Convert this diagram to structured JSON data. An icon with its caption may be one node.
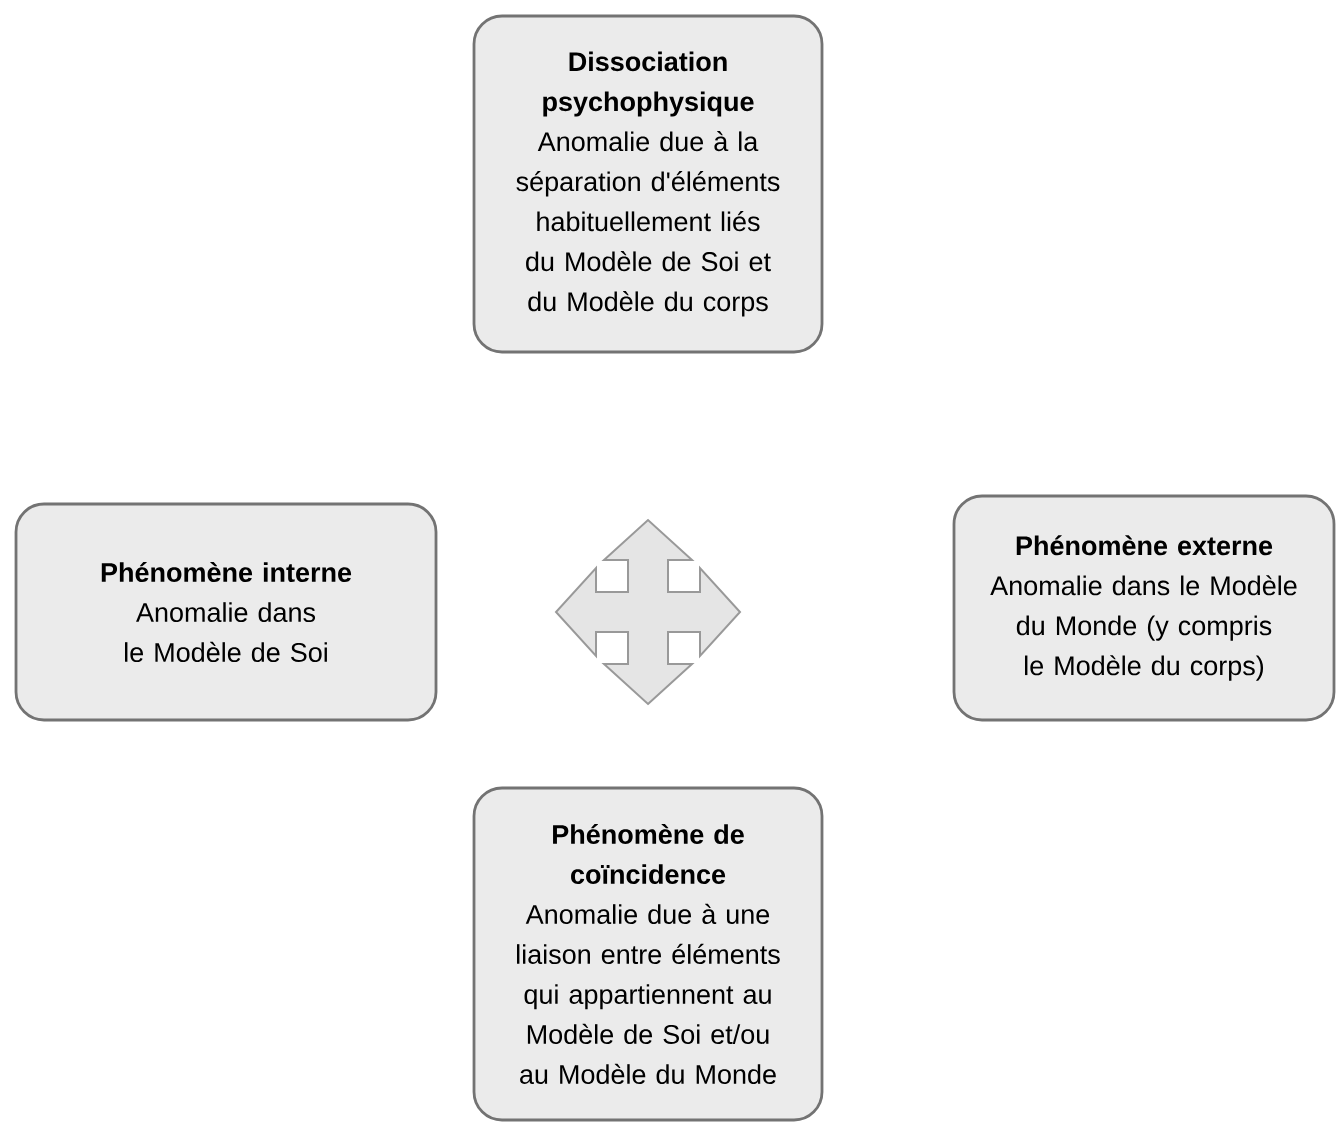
{
  "diagram": {
    "nodes": [
      {
        "text": [
          "Dissociation psychophysique",
          "Anomalie due à la séparation d'éléments habituellement liés du Modèle de Soi et du Modèle du corps"
        ]
      },
      {
        "text": [
          "Phénomène interne",
          "Anomalie dans le Modèle de Soi"
        ]
      },
      {
        "text": [
          "Phénomène externe",
          "Anomalie dans le Modèle du Monde (y compris le Modèle du corps)"
        ]
      },
      {
        "text": [
          "Phénomène de coïncidence",
          "Anomalie due à une liaison entre éléments qui appartiennent au Modèle de Soi et/ou au Modèle du Monde"
        ]
      }
    ]
  }
}
